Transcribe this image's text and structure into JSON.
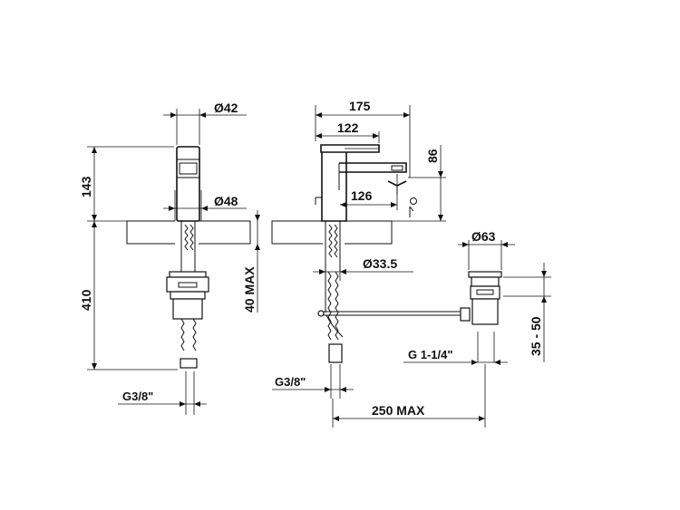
{
  "dimensions": {
    "front_dia_top": "Ø42",
    "front_dia_base": "Ø48",
    "front_height": "143",
    "front_total": "410",
    "front_thickness": "40 MAX",
    "front_thread": "G3/8\"",
    "side_overall": "175",
    "side_lever": "122",
    "side_spout": "126",
    "side_spout_height": "86",
    "side_shank": "Ø33.5",
    "side_thread": "G3/8\"",
    "side_waste_run": "250 MAX",
    "waste_dia": "Ø63",
    "waste_thread": "G 1-1/4\"",
    "waste_adjust": "35 - 50"
  },
  "colors": {
    "line": "#111111",
    "background": "#ffffff"
  },
  "icons": {
    "water_flow": "water-flow-icon"
  }
}
